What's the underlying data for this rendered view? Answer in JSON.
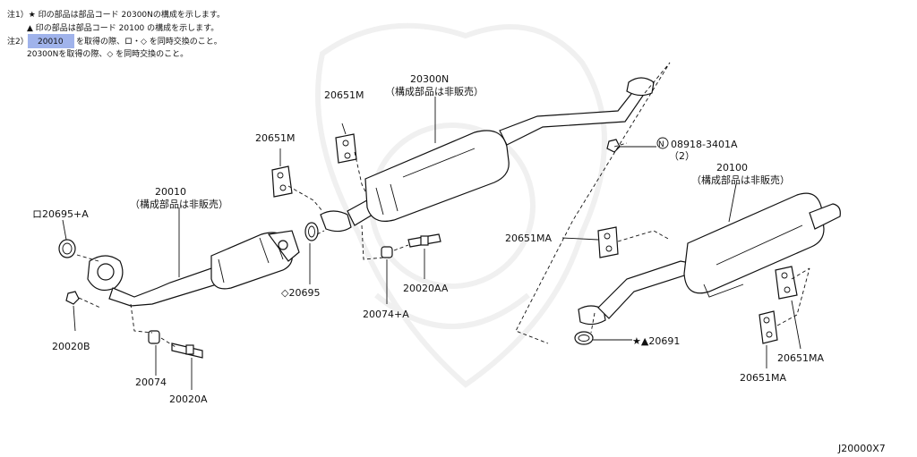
{
  "notes": {
    "line1": "注1）★ 印の部品は部品コード 20300Nの構成を示します。",
    "line2": "▲ 印の部品は部品コード 20100 の構成を示します。",
    "line3_prefix": "注2）",
    "line3_code": "20010",
    "line3_rest": "を取得の際、ロ・◇ を同時交換のこと。",
    "line4": "20300Nを取得の際、◇ を同時交換のこと。"
  },
  "labels": {
    "p20300N": "20300N",
    "p20300N_sub": "（構成部品は非販売）",
    "p20651M_a": "20651M",
    "p20651M_b": "20651M",
    "p20010": "20010",
    "p20010_sub": "（構成部品は非販売）",
    "p20695A": "ロ20695+A",
    "p20695": "◇20695",
    "p20020B": "20020B",
    "p20074": "20074",
    "p20020A": "20020A",
    "p20074A": "20074+A",
    "p20020AA": "20020AA",
    "p08918": "08918-3401A",
    "p08918_qty": "（2）",
    "p08918_mark": "N",
    "p20100": "20100",
    "p20100_sub": "（構成部品は非販売）",
    "p20651MA_a": "20651MA",
    "p20651MA_b": "20651MA",
    "p20651MA_c": "20651MA",
    "p20691": "★▲20691",
    "diagram_code": "J20000X7"
  }
}
